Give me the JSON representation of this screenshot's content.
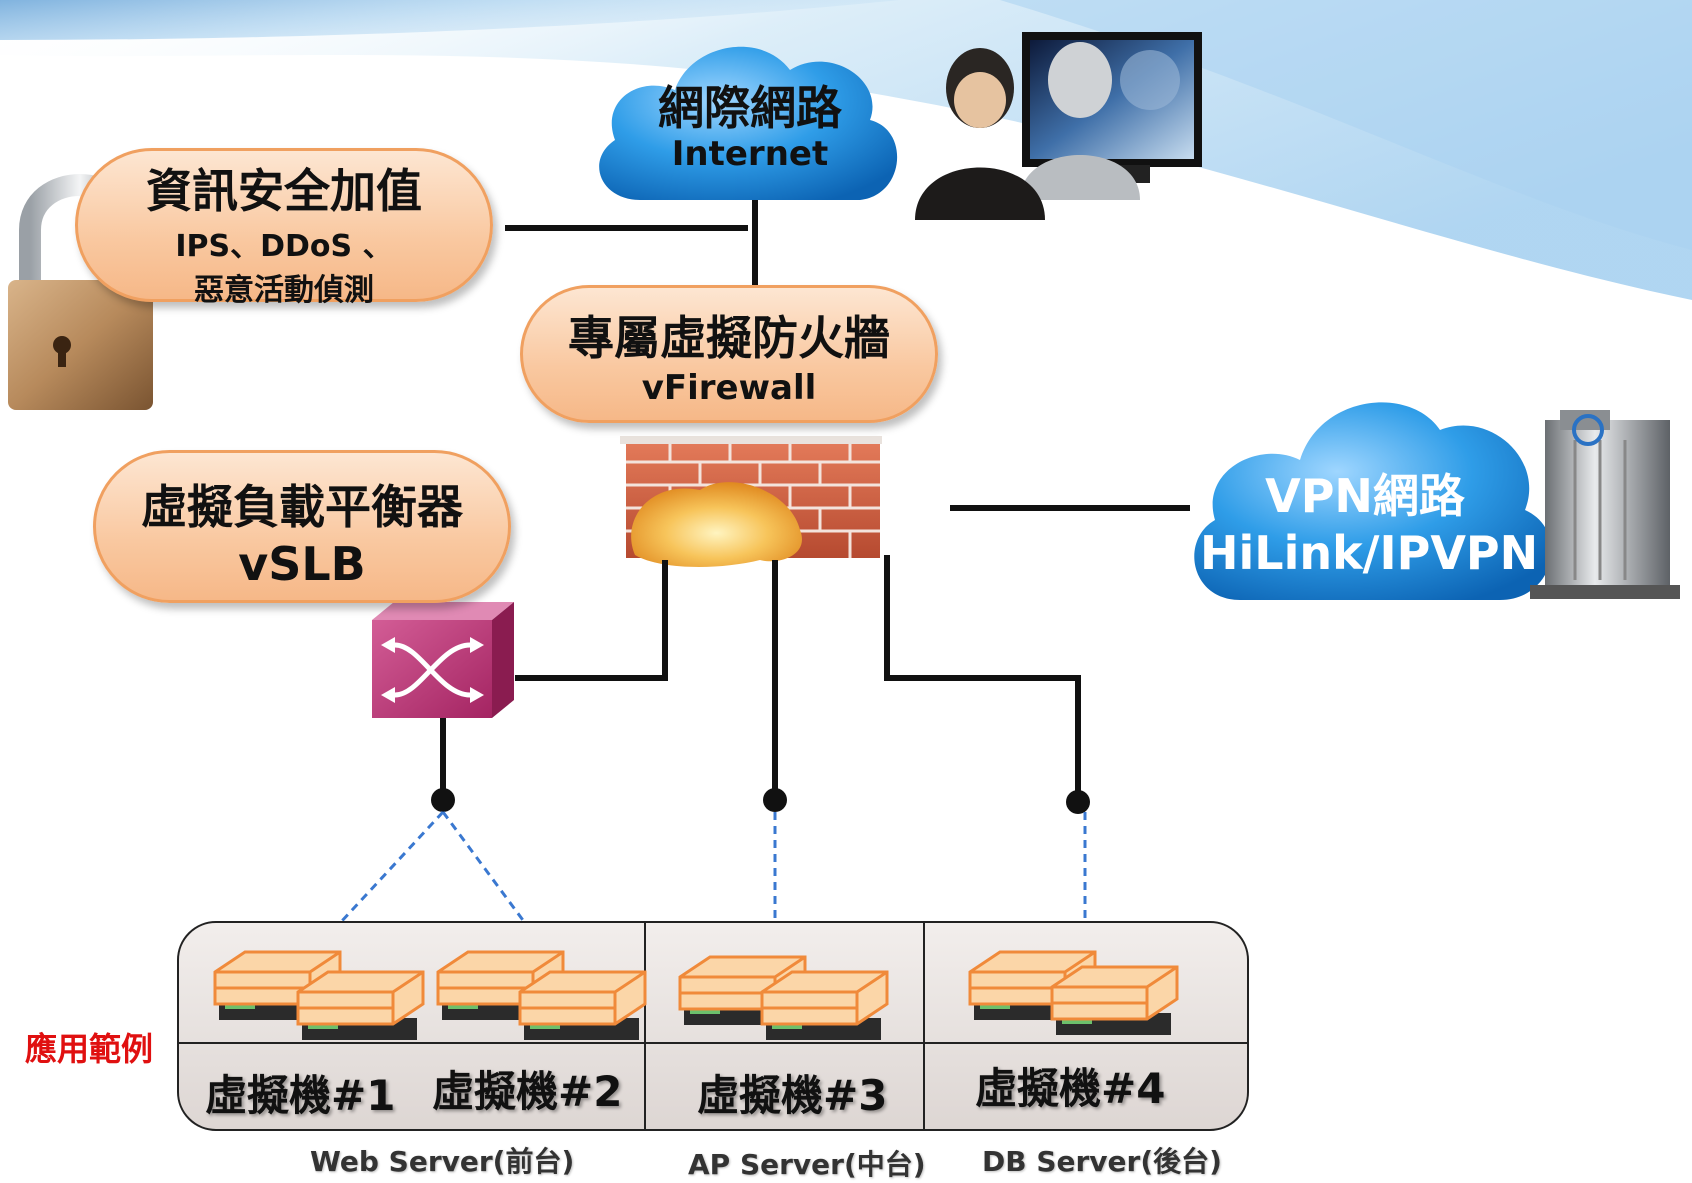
{
  "internet": {
    "title": "網際網路",
    "subtitle": "Internet"
  },
  "security": {
    "title": "資訊安全加值",
    "line1": "IPS、DDoS 、",
    "line2": "惡意活動偵測"
  },
  "firewall": {
    "title": "專屬虛擬防火牆",
    "subtitle": "vFirewall"
  },
  "slb": {
    "title": "虛擬負載平衡器",
    "subtitle": "vSLB"
  },
  "vpn": {
    "title": "VPN網路",
    "subtitle": "HiLink/IPVPN"
  },
  "example_label": "應用範例",
  "vms": [
    {
      "label": "虛擬機#1"
    },
    {
      "label": "虛擬機#2"
    },
    {
      "label": "虛擬機#3"
    },
    {
      "label": "虛擬機#4"
    }
  ],
  "tiers": [
    {
      "label": "Web Server(前台)"
    },
    {
      "label": "AP Server(中台)"
    },
    {
      "label": "DB Server(後台)"
    }
  ],
  "colors": {
    "pill_fill": "#f9c8a0",
    "pill_border": "#f0a060",
    "cloud_blue": "#1f8fe0",
    "switch_magenta": "#c2387a",
    "example_red": "#e01010",
    "dashed_link": "#3a78d0"
  }
}
